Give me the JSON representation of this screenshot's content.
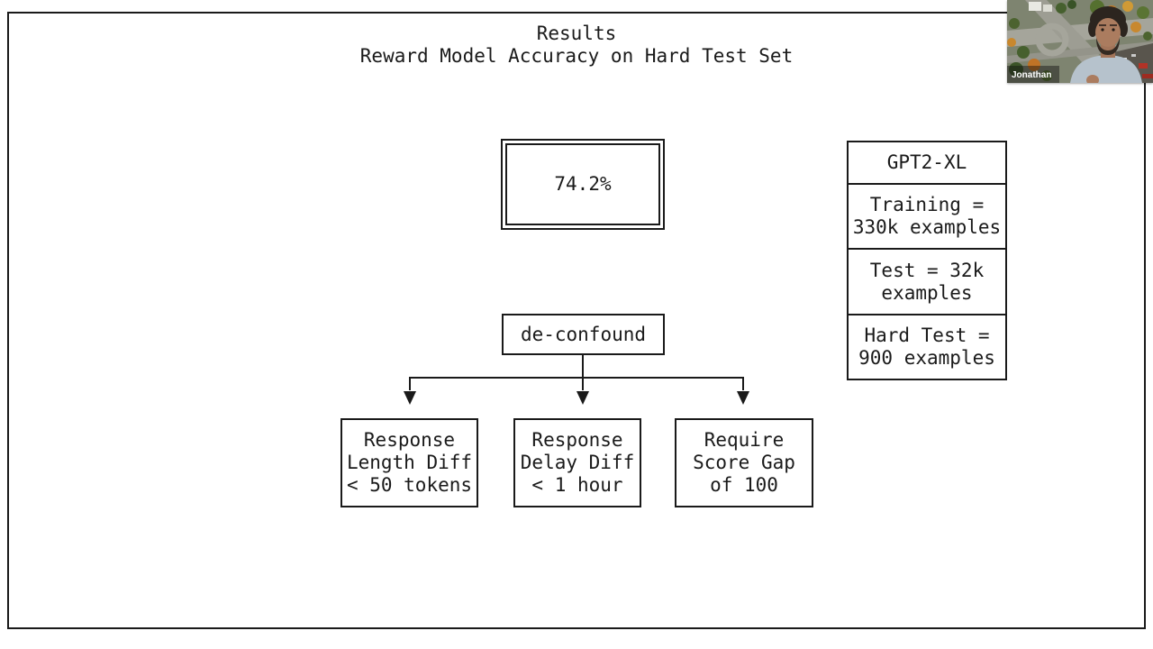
{
  "meta": {
    "ink_color": "#1a1a1a",
    "background_color": "#ffffff"
  },
  "slide": {
    "title": {
      "line1": "Results",
      "line2": "Reward Model Accuracy on Hard Test Set"
    },
    "accuracy_box": {
      "value": "74.2%"
    },
    "model_info_table": {
      "rows": [
        "GPT2-XL",
        "Training =\n330k examples",
        "Test = 32k\nexamples",
        "Hard Test =\n900 examples"
      ]
    },
    "deconfound_box": {
      "label": "de-confound"
    },
    "filter_boxes": [
      "Response\nLength Diff\n< 50 tokens",
      "Response\nDelay Diff\n< 1 hour",
      "Require\nScore Gap\nof 100"
    ]
  },
  "webcam": {
    "participant_name": "Jonathan"
  }
}
